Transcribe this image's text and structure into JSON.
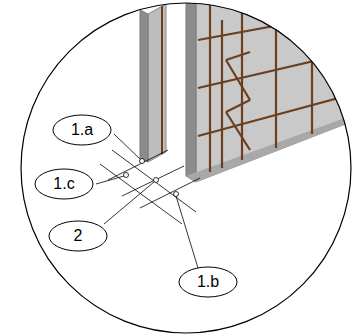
{
  "diagram": {
    "nodes": [
      {
        "text": [
          "1.a"
        ]
      },
      {
        "text": [
          "1.c"
        ]
      },
      {
        "text": [
          "2"
        ]
      },
      {
        "text": [
          "1.b"
        ]
      }
    ]
  }
}
